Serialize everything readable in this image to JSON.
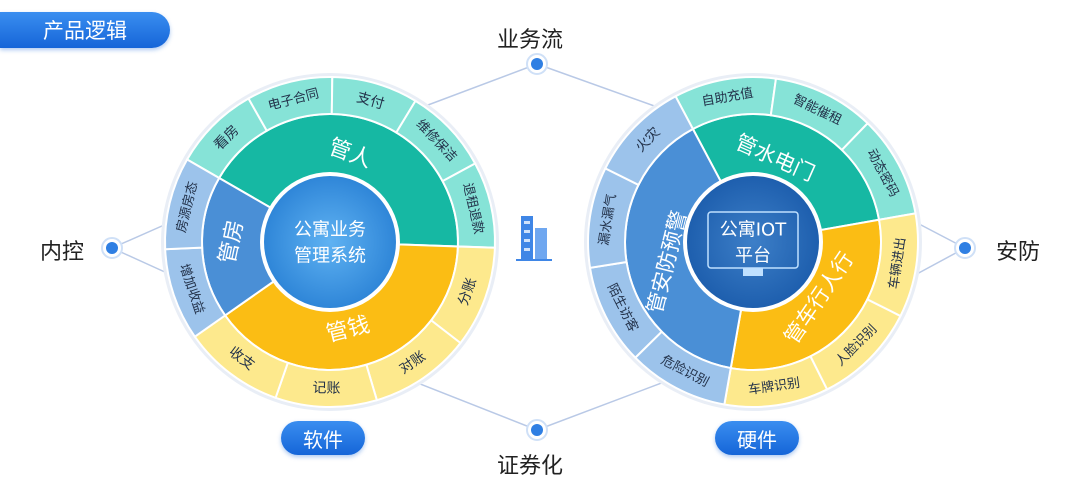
{
  "title": "产品逻辑",
  "nodes": {
    "top": "业务流",
    "bottom": "证券化",
    "left": "内控",
    "right": "安防"
  },
  "software": {
    "label": "软件",
    "center": [
      "公寓业务",
      "管理系统"
    ],
    "inner": [
      {
        "label": "管人",
        "color": "#16b8a3"
      },
      {
        "label": "管钱",
        "color": "#fbbd14"
      },
      {
        "label": "管房",
        "color": "#4a8fd6"
      }
    ],
    "outer_groups": [
      {
        "color": "#86e3d7",
        "items": [
          "看房",
          "电子合同",
          "支付",
          "维修保洁",
          "退租退款"
        ]
      },
      {
        "color": "#fde98d",
        "items": [
          "分账",
          "对账",
          "记账",
          "收支"
        ]
      },
      {
        "color": "#9cc3eb",
        "items": [
          "增加收益",
          "房源房态"
        ]
      }
    ]
  },
  "hardware": {
    "label": "硬件",
    "center": [
      "公寓IOT",
      "平台"
    ],
    "inner": [
      {
        "label": "管水电门",
        "color": "#16b8a3"
      },
      {
        "label": "管车行人行",
        "color": "#fbbd14"
      },
      {
        "label": "管安防预警",
        "color": "#4a8fd6"
      }
    ],
    "outer_groups": [
      {
        "color": "#86e3d7",
        "items": [
          "自助充值",
          "智能催租",
          "动态密码"
        ]
      },
      {
        "color": "#fde98d",
        "items": [
          "车辆进出",
          "人脸识别",
          "车牌识别"
        ]
      },
      {
        "color": "#9cc3eb",
        "items": [
          "危险识别",
          "陌生访客",
          "漏水漏气",
          "火灾"
        ]
      }
    ]
  },
  "colors": {
    "accent": "#1565d8",
    "node_dot": "#2f7fe3",
    "connector": "#b9c9e6"
  },
  "icons": [
    "building-icon"
  ]
}
